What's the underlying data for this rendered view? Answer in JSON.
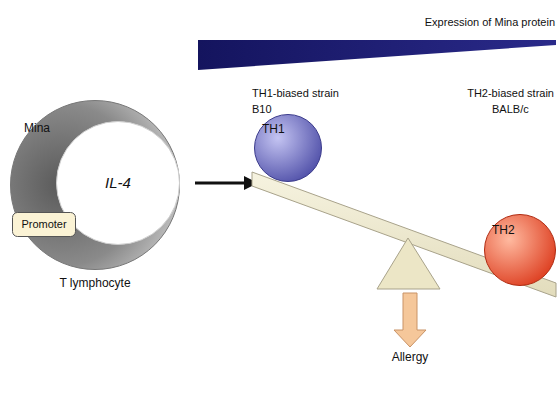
{
  "diagram": {
    "nodes": [
      {
        "text": [
          "T lymphocyte"
        ]
      },
      {
        "text": [
          "IL-4"
        ],
        "in": 0
      },
      {
        "text": [
          "Promoter"
        ],
        "in": 0
      },
      {
        "text": [
          "TH1"
        ]
      },
      {
        "text": [
          "TH2"
        ]
      }
    ],
    "labels": [
      "Mina",
      "Expression of Mina protein",
      "TH1-biased strain",
      "B10",
      "TH2-biased strain",
      "BALB/c",
      "Allergy"
    ]
  }
}
